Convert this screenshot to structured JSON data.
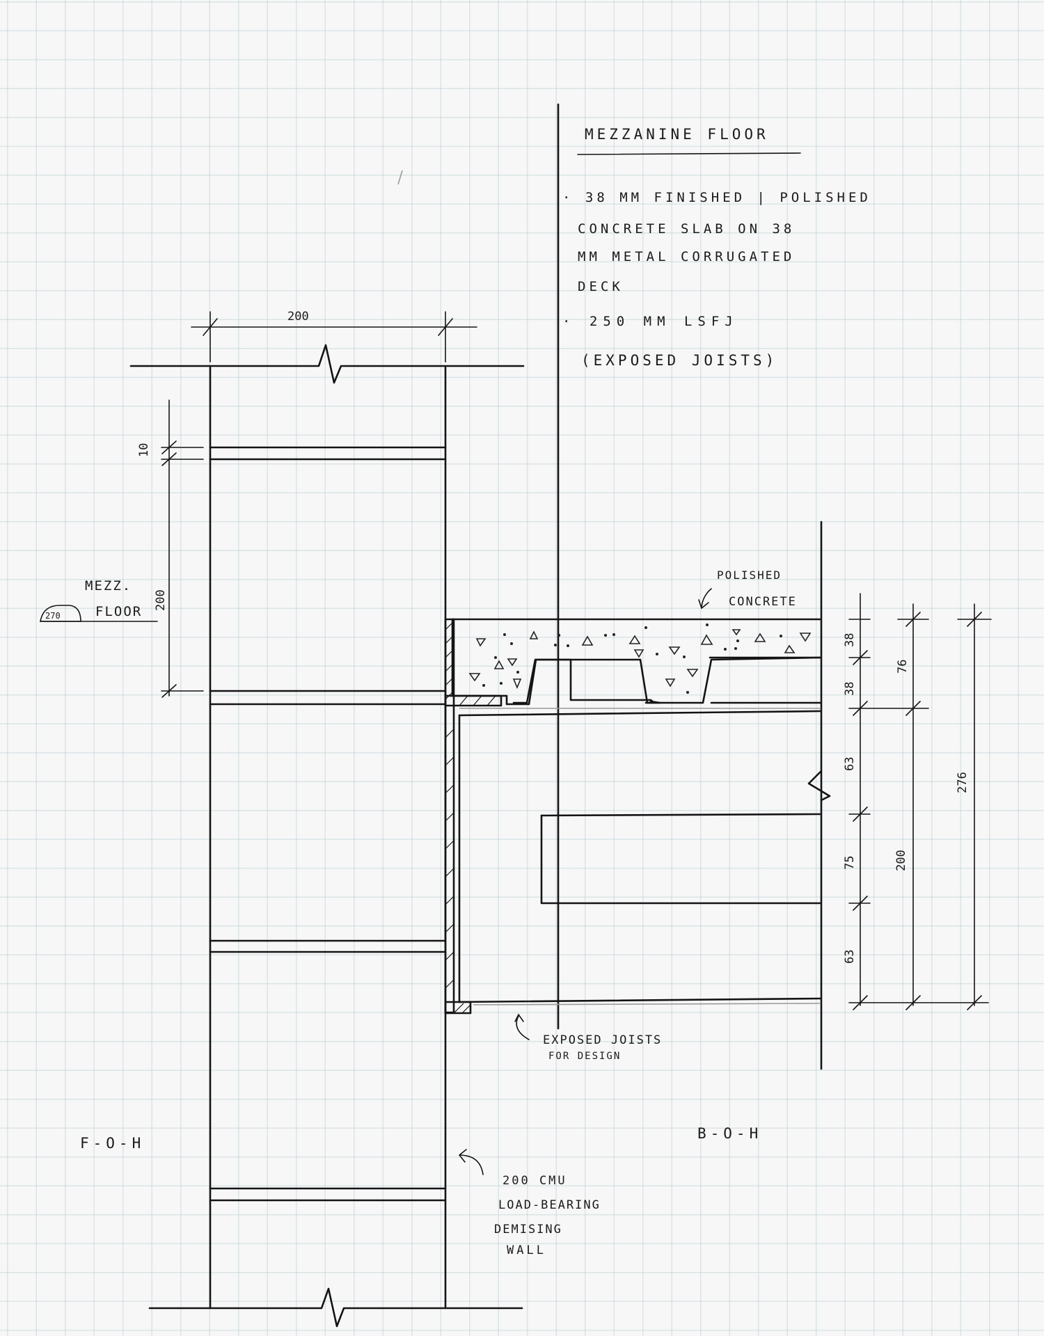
{
  "notes": {
    "title": "MEZZANINE FLOOR",
    "lines": [
      "· 38 MM FINISHED | POLISHED",
      "CONCRETE SLAB ON 38",
      "MM METAL CORRUGATED",
      "DECK",
      "· 250 MM LSFJ",
      "(EXPOSED JOISTS)"
    ]
  },
  "labels": {
    "polished_concrete_1": "POLISHED",
    "polished_concrete_2": "CONCRETE",
    "mezz_1": "MEZZ.",
    "mezz_2": "FLOOR",
    "mezz_level": "270",
    "exposed_joists_1": "EXPOSED JOISTS",
    "exposed_joists_2": "FOR DESIGN",
    "foh": "F-O-H",
    "boh": "B-O-H",
    "wall_1": "200 CMU",
    "wall_2": "LOAD-BEARING",
    "wall_3": "DEMISING",
    "wall_4": "WALL"
  },
  "dimensions": {
    "wall_width": "200",
    "mortar_joint": "10",
    "block_height": "200",
    "slab": "38",
    "deck": "38",
    "slab_total": "76",
    "joist_top": "63",
    "joist_mid": "75",
    "joist_bottom": "63",
    "joist_total": "200",
    "total": "276"
  }
}
